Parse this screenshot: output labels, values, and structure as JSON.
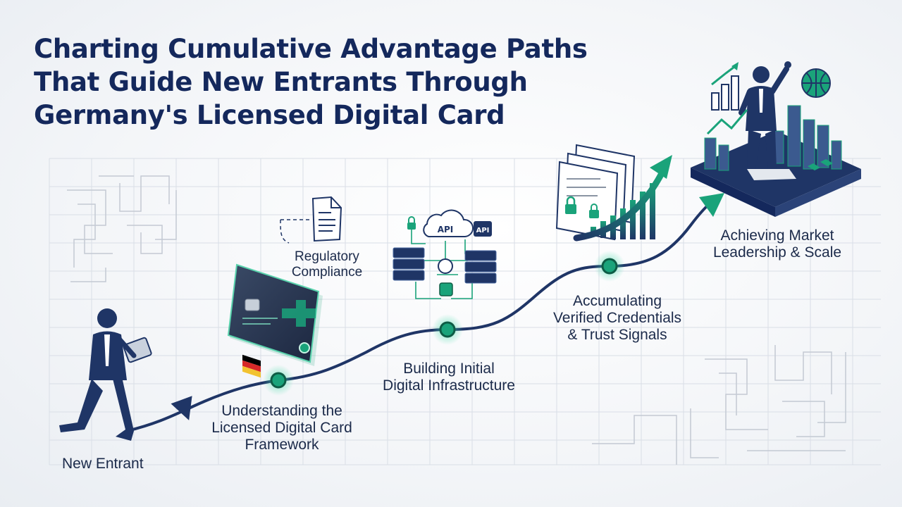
{
  "title": {
    "lines": [
      "Charting Cumulative Advantage Paths",
      "That Guide New Entrants Through",
      "Germany's Licensed Digital Card"
    ]
  },
  "stages": [
    {
      "id": "new-entrant",
      "lines": [
        "New Entrant"
      ]
    },
    {
      "id": "understanding-framework",
      "lines": [
        "Understanding the",
        "Licensed Digital Card",
        "Framework"
      ]
    },
    {
      "id": "regulatory-compliance",
      "lines": [
        "Regulatory",
        "Compliance"
      ]
    },
    {
      "id": "building-infrastructure",
      "lines": [
        "Building Initial",
        "Digital Infrastructure"
      ]
    },
    {
      "id": "accumulating-credentials",
      "lines": [
        "Accumulating",
        "Verified Credentials",
        "& Trust Signals"
      ]
    },
    {
      "id": "market-leadership",
      "lines": [
        "Achieving Market",
        "Leadership & Scale"
      ]
    }
  ],
  "icons": {
    "api_primary": "API",
    "api_secondary": "API"
  },
  "colors": {
    "navy": "#14285c",
    "path": "#1f3566",
    "teal": "#1aa37a",
    "teal_glow": "#3fd9a6",
    "grid": "#d9dee6"
  }
}
